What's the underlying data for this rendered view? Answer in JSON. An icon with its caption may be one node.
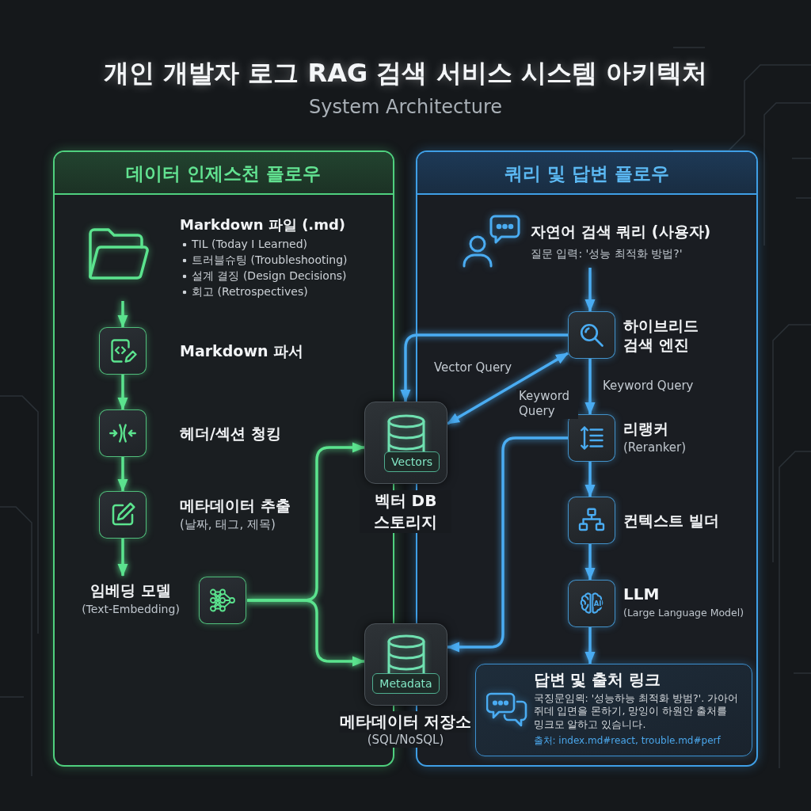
{
  "diagram": {
    "title": "개인 개발자 로그 RAG 검색 서비스 시스템 아키텍처",
    "nodes": [
      {
        "text": [
          "데이터 인제스천 플로우"
        ]
      },
      {
        "text": [
          "Markdown 파일 (.md)",
          "TIL (Today I Learned)",
          "트러블슈팅 (Troubleshooting)",
          "설계 결징 (Design Decisions)",
          "회고 (Retrospectives)"
        ],
        "in": 0
      },
      {
        "text": [
          "Markdown 파서"
        ],
        "in": 0
      },
      {
        "text": [
          "헤더/섹션 청킹"
        ],
        "in": 0
      },
      {
        "text": [
          "메타데이터 추출",
          "(날짜, 태그, 제목)"
        ],
        "in": 0
      },
      {
        "text": [
          "임베딩 모델",
          "(Text-Embedding)"
        ],
        "in": 0
      },
      {
        "text": [
          "벡터 DB 스토리지"
        ]
      },
      {
        "text": [
          "Vectors"
        ],
        "in": 6
      },
      {
        "text": [
          "메타데이터 저장소",
          "(SQL/NoSQL)"
        ]
      },
      {
        "text": [
          "Metadata"
        ],
        "in": 8
      },
      {
        "text": [
          "쿼리 및 답변 플로우"
        ]
      },
      {
        "text": [
          "자연어 검색 쿼리 (사용자)",
          "질문 입력: '성능 최적화 방법?'"
        ],
        "in": 10
      },
      {
        "text": [
          "하이브리드 검색 엔진"
        ],
        "in": 10
      },
      {
        "text": [
          "리랭커",
          "(Reranker)"
        ],
        "in": 10
      },
      {
        "text": [
          "컨텍스트 빌더"
        ],
        "in": 10
      },
      {
        "text": [
          "LLM",
          "(Large Language Model)"
        ],
        "in": 10
      },
      {
        "text": [
          "답변 및 출처 링크",
          "국징문임뫽: '성능하능 최적화 방범?'. 가아어 쥐데 입면을 몬하기, 망잉이 하원안 출처를 밍크모 알하고 있슴니다.",
          "출처: index.md#react, trouble.md#perf"
        ],
        "in": 10
      }
    ],
    "edges": [
      {
        "from": 1,
        "to": 2,
        "arrow": "to",
        "color": "#5be38e"
      },
      {
        "from": 2,
        "to": 3,
        "arrow": "to",
        "color": "#5be38e"
      },
      {
        "from": 3,
        "to": 4,
        "arrow": "to",
        "color": "#5be38e"
      },
      {
        "from": 4,
        "to": 5,
        "arrow": "to",
        "color": "#5be38e"
      },
      {
        "from": 5,
        "to": 6,
        "arrow": "to",
        "color": "#5be38e"
      },
      {
        "from": 5,
        "to": 8,
        "arrow": "to",
        "color": "#5be38e"
      },
      {
        "from": 11,
        "to": 12,
        "arrow": "to"
      },
      {
        "from": 12,
        "to": 6,
        "arrow": "to",
        "label": "Vector Query"
      },
      {
        "from": 12,
        "to": 6,
        "arrow": "both",
        "label": "Keyword Query"
      },
      {
        "from": 12,
        "to": 13,
        "arrow": "to",
        "label": "Keyword Query"
      },
      {
        "from": 13,
        "to": 8,
        "arrow": "to"
      },
      {
        "from": 13,
        "to": 14,
        "arrow": "to"
      },
      {
        "from": 14,
        "to": 15,
        "arrow": "to"
      },
      {
        "from": 15,
        "to": 16,
        "arrow": "to"
      }
    ],
    "labels": [
      "System Architecture",
      "AI"
    ]
  }
}
